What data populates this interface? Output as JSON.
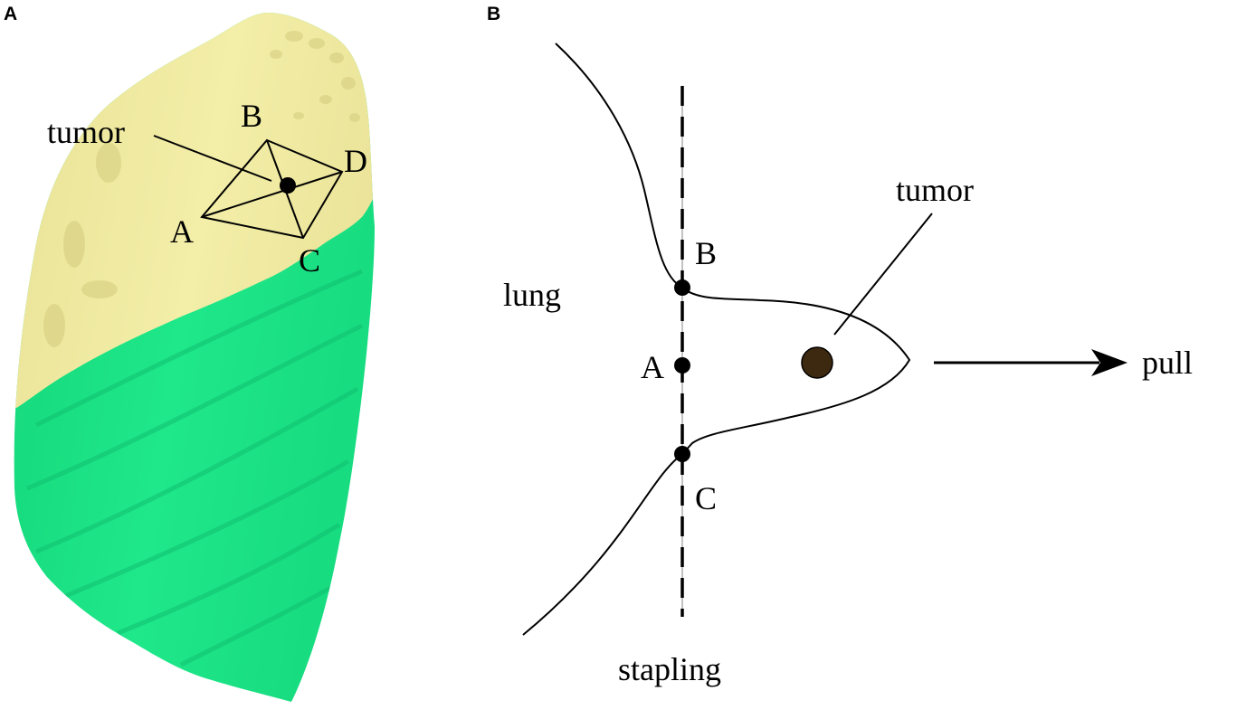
{
  "panels": {
    "a": {
      "letter": "A",
      "labels": {
        "tumor": "tumor",
        "point_a": "A",
        "point_b": "B",
        "point_c": "C",
        "point_d": "D"
      }
    },
    "b": {
      "letter": "B",
      "labels": {
        "lung": "lung",
        "tumor": "tumor",
        "point_a": "A",
        "point_b": "B",
        "point_c": "C",
        "pull": "pull",
        "stapling": "stapling"
      }
    }
  },
  "colors": {
    "tumor_region": "#f0eca0",
    "lung_region": "#1fe88a",
    "tumor_dot": "#3d2810",
    "line": "#000000"
  }
}
